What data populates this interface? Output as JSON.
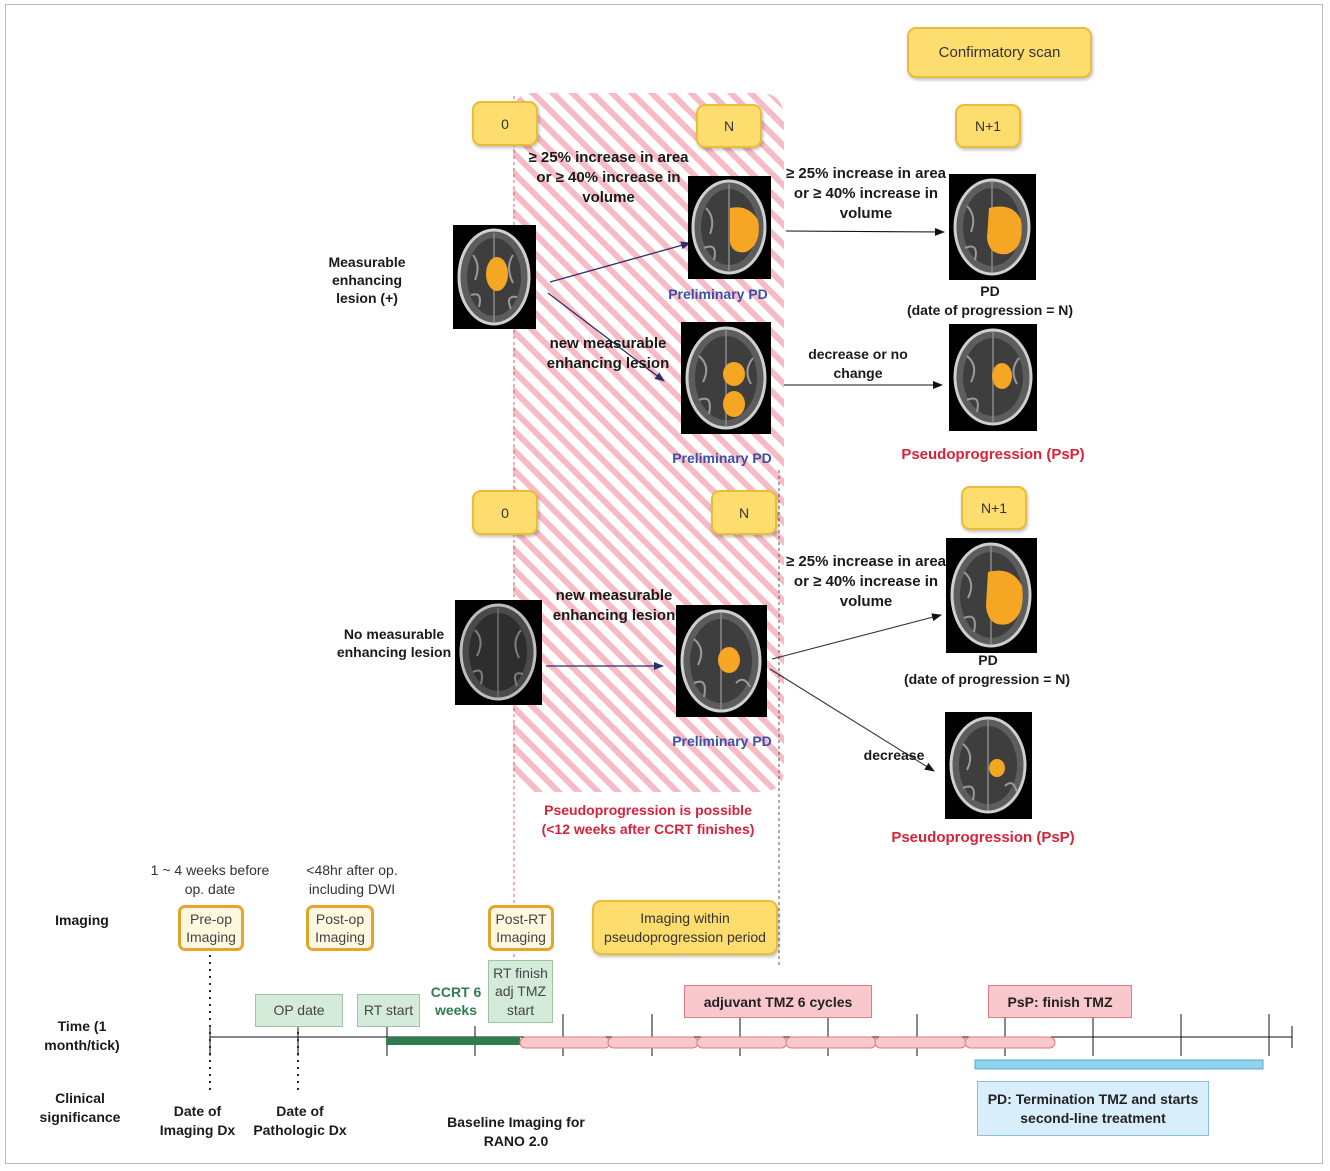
{
  "top_labels": {
    "confirmatory_scan": "Confirmatory scan",
    "top_row_zero": "0",
    "top_row_n": "N",
    "top_row_n1": "N+1",
    "mid_row_zero": "0",
    "mid_row_n": "N",
    "mid_row_n1": "N+1"
  },
  "scenario_measurable": {
    "lesion_label": "Measurable enhancing lesion (+)",
    "increase_1": "≥ 25% increase in area or ≥ 40% increase in volume",
    "preliminary_pd_1": "Preliminary PD",
    "increase_2": "≥ 25% increase in area or ≥ 40% increase in volume",
    "pd_label": "PD",
    "pd_date": "(date of progression = N)",
    "new_lesion": "new measurable enhancing lesion",
    "preliminary_pd_2": "Preliminary PD",
    "decrease_no_change": "decrease or no change",
    "psp": "Pseudoprogression (PsP)"
  },
  "scenario_nonmeasurable": {
    "lesion_label": "No measurable enhancing lesion",
    "new_lesion": "new measurable enhancing lesion",
    "preliminary_pd": "Preliminary PD",
    "increase": "≥ 25% increase in area or ≥ 40% increase in volume",
    "pd_label": "PD",
    "pd_date": "(date of progression = N)",
    "decrease": "decrease",
    "psp": "Pseudoprogression (PsP)"
  },
  "pseudoprogression_window": {
    "line1": "Pseudoprogression is possible",
    "line2": "(<12 weeks after CCRT finishes)"
  },
  "timeline": {
    "row_imaging": "Imaging",
    "row_time": "Time (1 month/tick)",
    "row_clinical": "Clinical significance",
    "preop_note": "1 ~ 4 weeks before op. date",
    "postop_note": "<48hr after op. including DWI",
    "preop_imaging": "Pre-op Imaging",
    "postop_imaging": "Post-op Imaging",
    "postrt_imaging": "Post-RT Imaging",
    "psp_period_imaging": "Imaging within pseudoprogression period",
    "op_date": "OP date",
    "rt_start": "RT start",
    "ccrt": "CCRT 6 weeks",
    "rt_finish": "RT finish adj TMZ start",
    "adjuvant_tmz": "adjuvant TMZ 6 cycles",
    "psp_finish_tmz": "PsP: finish TMZ",
    "pd_termination": "PD: Termination TMZ and starts second-line treatment",
    "date_imaging_dx": "Date of Imaging Dx",
    "date_pathologic_dx": "Date of Pathologic Dx",
    "baseline_imaging": "Baseline Imaging for RANO 2.0"
  },
  "colors": {
    "yellow": "#fddd6d",
    "pink_hatch": "#f4a3b2",
    "blue_text": "#3b4fa8",
    "red_text": "#d8223a",
    "ccrt_green": "#2e7d4f",
    "tmz_pink": "#f8c8cd",
    "pd_blue": "#8fd3ec",
    "lesion_orange": "#f5a623"
  }
}
